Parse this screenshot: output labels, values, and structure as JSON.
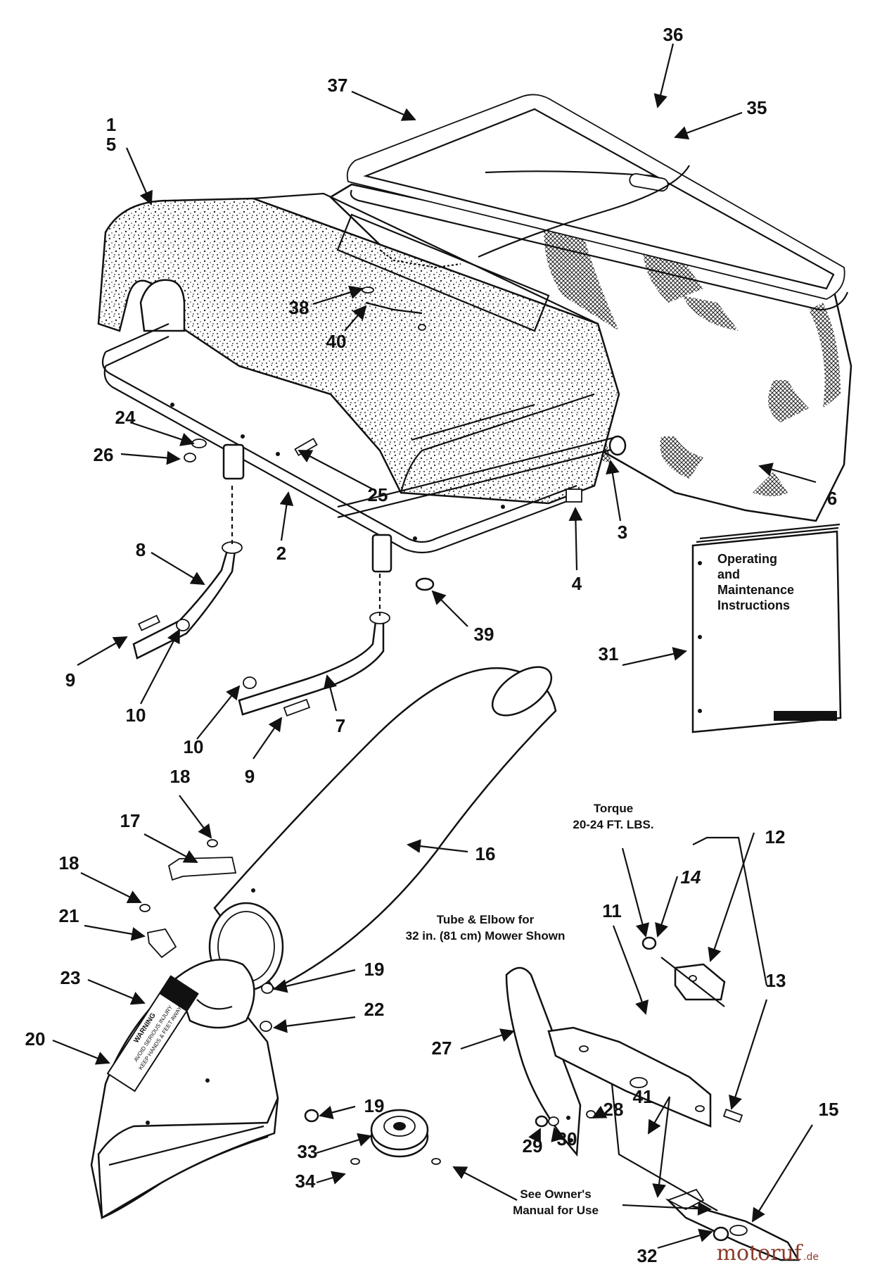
{
  "callouts": [
    "1",
    "5",
    "36",
    "35",
    "37",
    "38",
    "40",
    "24",
    "26",
    "25",
    "2",
    "3",
    "4",
    "6",
    "8",
    "9",
    "10",
    "7",
    "39",
    "31",
    "18",
    "17",
    "16",
    "21",
    "23",
    "20",
    "19",
    "22",
    "33",
    "34",
    "11",
    "12",
    "13",
    "14",
    "27",
    "28",
    "29",
    "30",
    "41",
    "15",
    "32"
  ],
  "notes": {
    "torque_line1": "Torque",
    "torque_line2": "20-24 FT. LBS.",
    "tube_line1": "Tube & Elbow for",
    "tube_line2": "32 in. (81 cm) Mower Shown",
    "owner_line1": "See Owner's",
    "owner_line2": "Manual for Use"
  },
  "manual": {
    "line1": "Operating",
    "line2": "and",
    "line3": "Maintenance",
    "line4": "Instructions"
  },
  "decal": {
    "title": "WARNING",
    "text1": "AVOID SERIOUS INJURY",
    "text2": "KEEP HANDS & FEET AWAY"
  },
  "watermark": {
    "brand": "motoruf",
    "suffix": ".de"
  }
}
